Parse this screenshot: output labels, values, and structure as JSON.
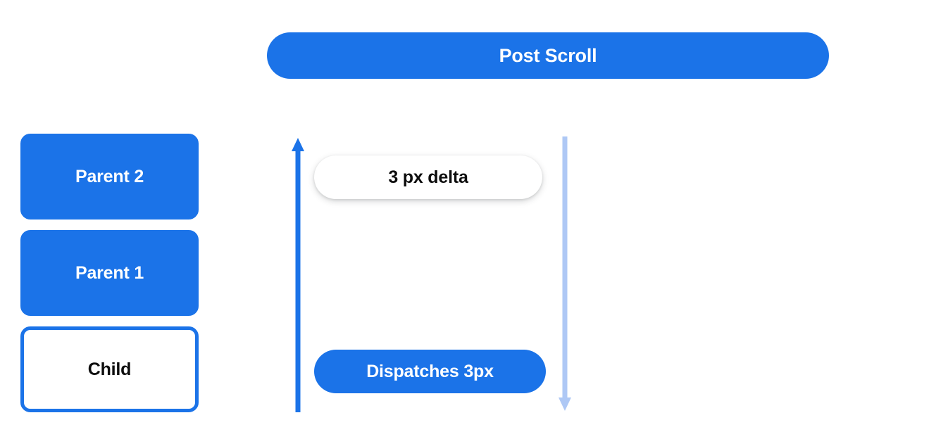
{
  "header": {
    "title": "Post Scroll"
  },
  "boxes": [
    {
      "label": "Parent 2",
      "style": "filled"
    },
    {
      "label": "Parent 1",
      "style": "filled"
    },
    {
      "label": "Child",
      "style": "outlined"
    }
  ],
  "pills": {
    "delta": "3 px delta",
    "dispatch": "Dispatches 3px"
  },
  "arrows": [
    {
      "name": "scroll-up-arrow",
      "direction": "up",
      "color": "#1b73e8"
    },
    {
      "name": "scroll-down-arrow",
      "direction": "down",
      "color": "#aec8f5"
    }
  ],
  "colors": {
    "brand_blue": "#1b73e8",
    "light_blue": "#aec8f5",
    "background": "#ffffff",
    "text_dark": "#0d0d0d",
    "text_light": "#ffffff"
  }
}
